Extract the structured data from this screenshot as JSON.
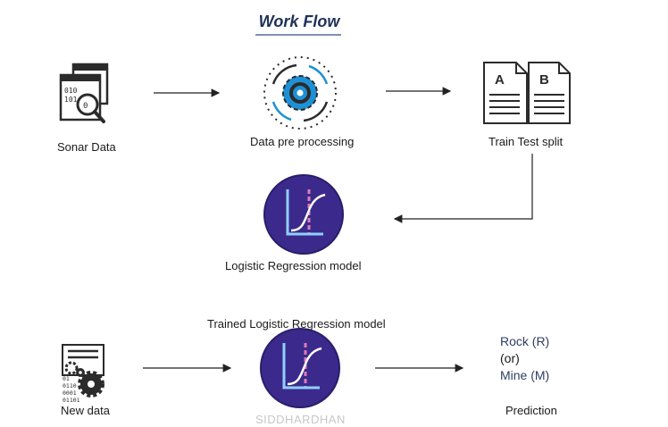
{
  "title": "Work Flow",
  "nodes": {
    "sonar_data": "Sonar Data",
    "preprocessing": "Data pre processing",
    "train_test_split": "Train Test split",
    "logistic_model": "Logistic Regression model",
    "trained_model": "Trained Logistic Regression model",
    "new_data": "New data",
    "prediction": "Prediction"
  },
  "split_letters": {
    "left": "A",
    "right": "B"
  },
  "outcome": {
    "rock": "Rock (R)",
    "or": "(or)",
    "mine": "Mine (M)"
  },
  "binary_lines": {
    "line1": "010",
    "line2": "101",
    "line3": "0"
  },
  "new_data_code": [
    "01",
    "0110",
    "0001",
    "01101"
  ],
  "watermark": "SIDDHARDHAN",
  "colors": {
    "title": "#1f3159",
    "model_circle": "#3b2a8c",
    "outcome_text": "#2c3e60",
    "gear_blue": "#1e90d6",
    "icon_dark": "#2b2b2b"
  }
}
